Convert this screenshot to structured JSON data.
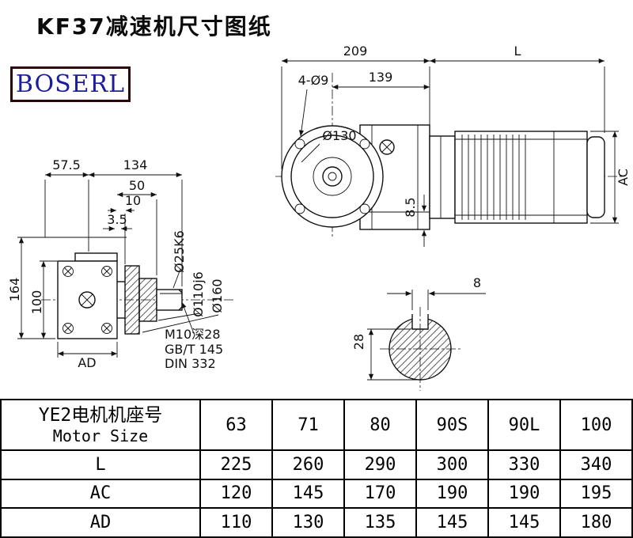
{
  "page": {
    "title": "KF37减速机尺寸图纸",
    "brand": "BOSERL"
  },
  "colors": {
    "brand_text": "#1c1c9c",
    "logo_border": "#2a080c",
    "line": "#111111"
  },
  "drawing": {
    "front_view": {
      "dim_209": "209",
      "dim_L": "L",
      "dim_139": "139",
      "holes": "4-Ø9",
      "dia_130": "Ø130",
      "dim_AC": "AC",
      "dim_8_5": "8.5"
    },
    "side_view": {
      "dim_57_5": "57.5",
      "dim_134": "134",
      "dim_50": "50",
      "dim_10": "10",
      "dim_3_5": "3.5",
      "dim_164": "164",
      "dim_100": "100",
      "dim_AD": "AD",
      "dia_25": "Ø25K6",
      "dia_110": "Ø110j6",
      "dia_160": "Ø160",
      "note_tap": "M10深28",
      "note_gb": "GB/T 145",
      "note_din": "DIN 332"
    },
    "key_section": {
      "dim_8": "8",
      "dim_28": "28"
    }
  },
  "table": {
    "header": {
      "label_cn": "YE2电机机座号",
      "label_en": "Motor Size",
      "columns": [
        "63",
        "71",
        "80",
        "90S",
        "90L",
        "100"
      ]
    },
    "rows": [
      {
        "label": "L",
        "values": [
          "225",
          "260",
          "290",
          "300",
          "330",
          "340"
        ]
      },
      {
        "label": "AC",
        "values": [
          "120",
          "145",
          "170",
          "190",
          "190",
          "195"
        ]
      },
      {
        "label": "AD",
        "values": [
          "110",
          "130",
          "135",
          "145",
          "145",
          "180"
        ]
      }
    ]
  }
}
